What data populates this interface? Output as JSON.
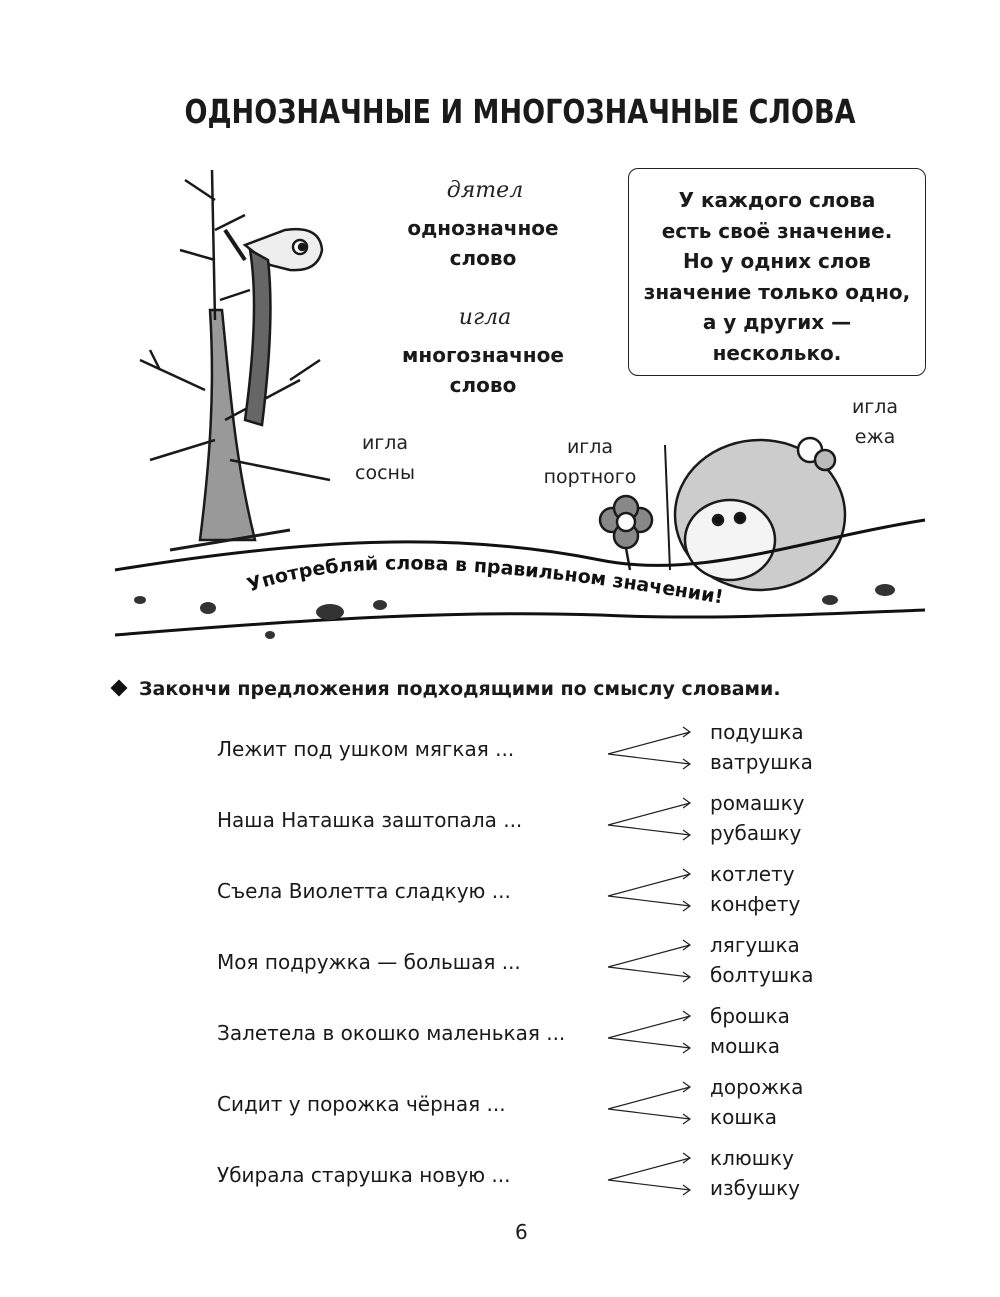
{
  "title": "ОДНОЗНАЧНЫЕ И МНОГОЗНАЧНЫЕ СЛОВА",
  "examples": [
    {
      "word": "дятел",
      "type_line1": "однозначное",
      "type_line2": "слово"
    },
    {
      "word": "игла",
      "type_line1": "многозначное",
      "type_line2": "слово"
    }
  ],
  "rule_box": [
    "У каждого слова",
    "есть своё значение.",
    "Но у одних слов",
    "значение только одно,",
    "а у других —",
    "несколько."
  ],
  "illustration_labels": {
    "pine": [
      "игла",
      "сосны"
    ],
    "tailor": [
      "игла",
      "портного"
    ],
    "hedgehog": [
      "игла",
      "ежа"
    ]
  },
  "banner": "Употребляй слова в правильном значении!",
  "task": "Закончи предложения подходящими по смыслу словами.",
  "exercises": [
    {
      "sentence": "Лежит под ушком мягкая ...",
      "options": [
        "подушка",
        "ватрушка"
      ]
    },
    {
      "sentence": "Наша Наташка заштопала ...",
      "options": [
        "ромашку",
        "рубашку"
      ]
    },
    {
      "sentence": "Съела Виолетта сладкую ...",
      "options": [
        "котлету",
        "конфету"
      ]
    },
    {
      "sentence": "Моя подружка — большая ...",
      "options": [
        "лягушка",
        "болтушка"
      ]
    },
    {
      "sentence": "Залетела в окошко маленькая ...",
      "options": [
        "брошка",
        "мошка"
      ]
    },
    {
      "sentence": "Сидит у порожка чёрная ...",
      "options": [
        "дорожка",
        "кошка"
      ]
    },
    {
      "sentence": "Убирала старушка новую ...",
      "options": [
        "клюшку",
        "избушку"
      ]
    }
  ],
  "page_number": "6"
}
